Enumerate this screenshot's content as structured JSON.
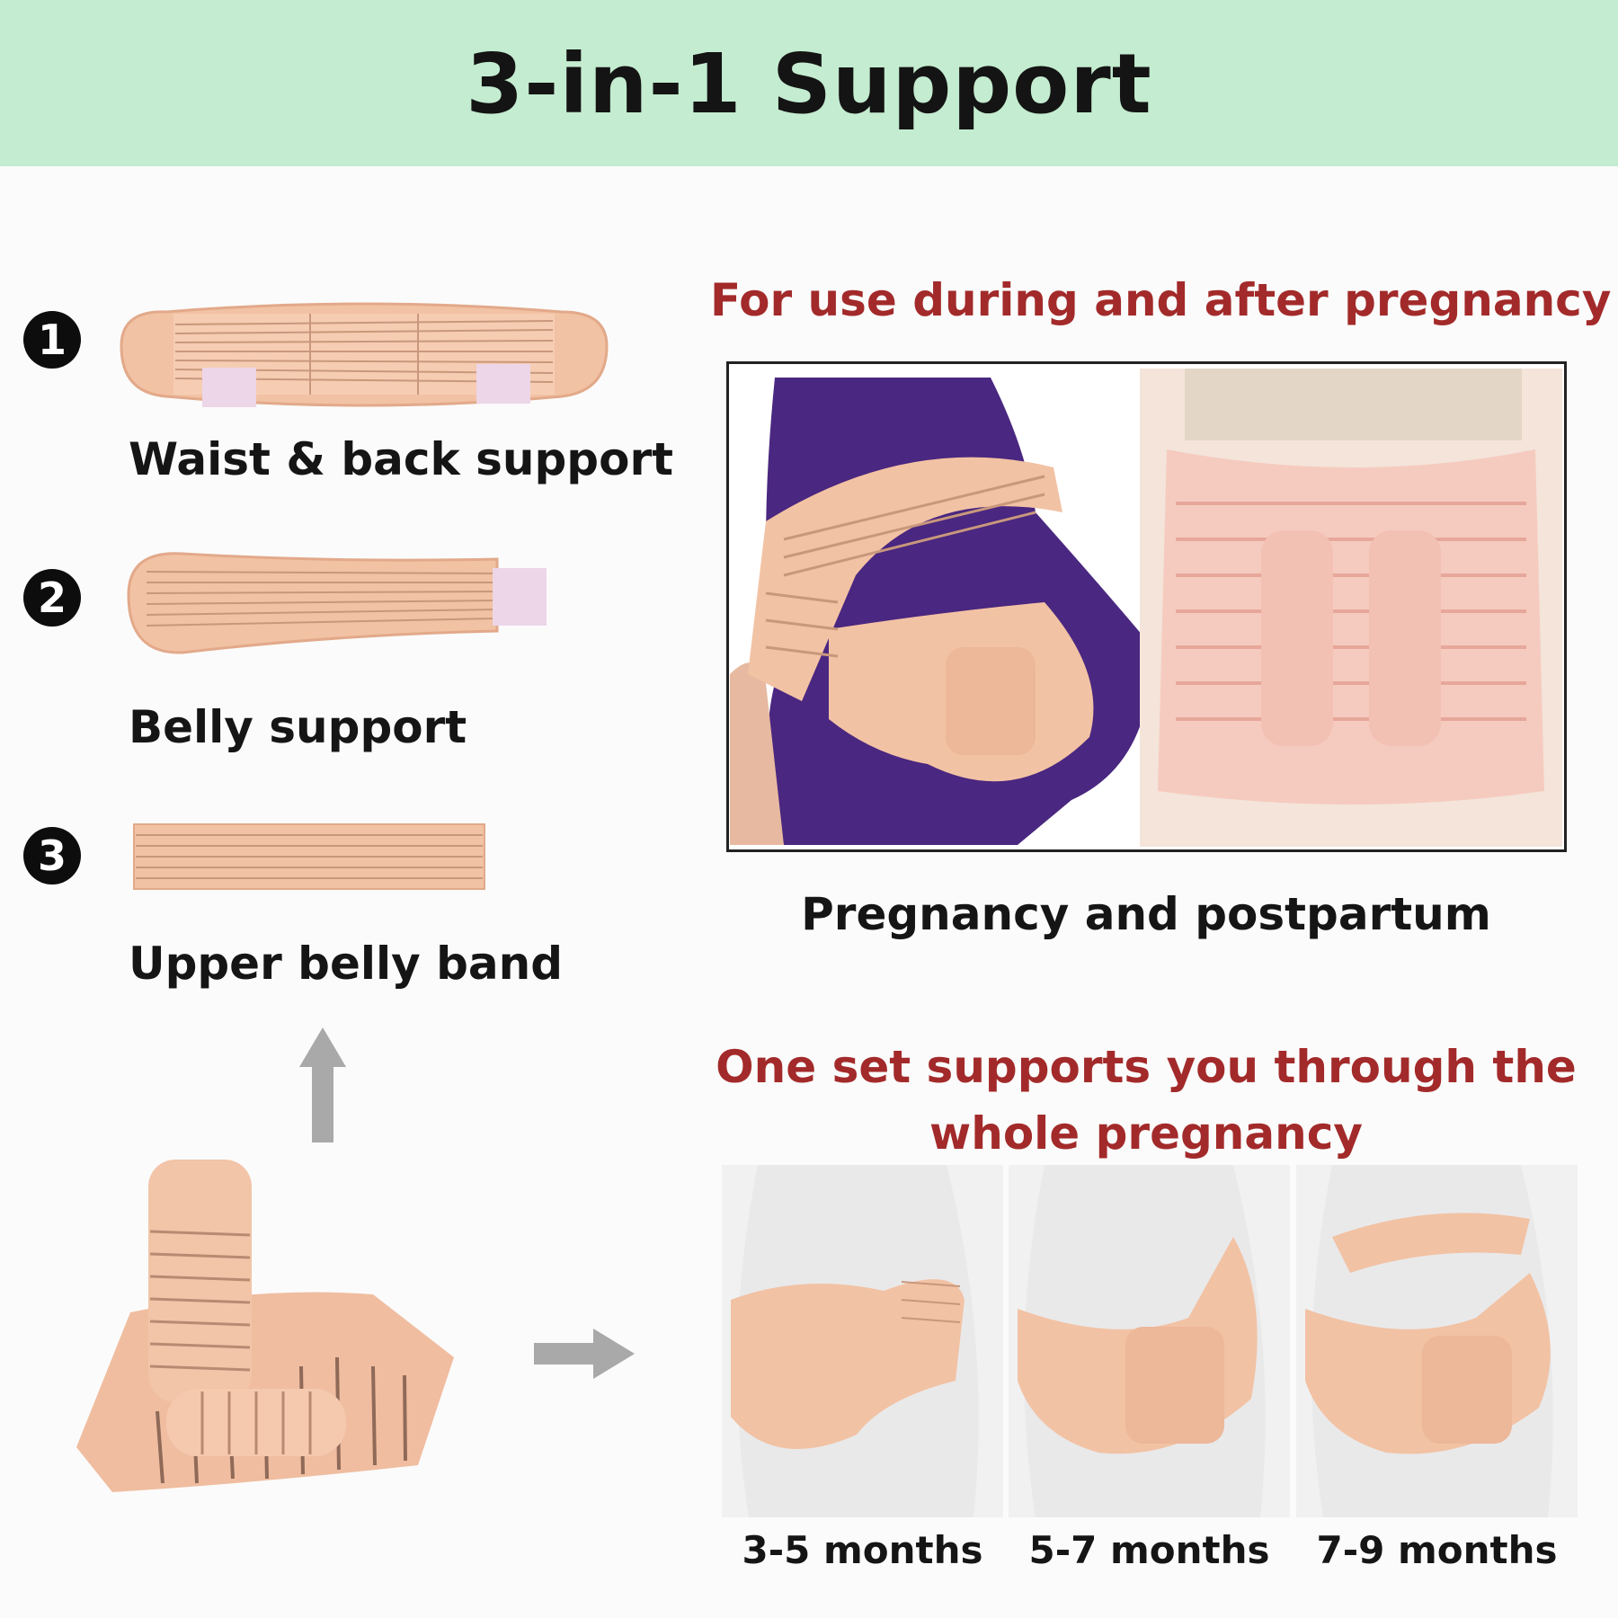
{
  "header": {
    "title": "3-in-1 Support"
  },
  "parts": [
    {
      "number": "1",
      "label": "Waist & back support",
      "icon": "waist-back-belt-icon"
    },
    {
      "number": "2",
      "label": "Belly support",
      "icon": "belly-support-belt-icon"
    },
    {
      "number": "3",
      "label": "Upper belly band",
      "icon": "upper-belly-band-icon"
    }
  ],
  "usage": {
    "heading": "For use during and after pregnancy",
    "caption": "Pregnancy and postpartum"
  },
  "stages": {
    "heading_line1": "One set supports you through the",
    "heading_line2": "whole pregnancy",
    "items": [
      {
        "label": "3-5 months"
      },
      {
        "label": "5-7 months"
      },
      {
        "label": "7-9 months"
      }
    ]
  },
  "colors": {
    "header_bg": "#c4ecd0",
    "accent_red": "#a32a2a",
    "belt_peach": "#f2c2a4",
    "arrow_gray": "#a9a9a9"
  }
}
